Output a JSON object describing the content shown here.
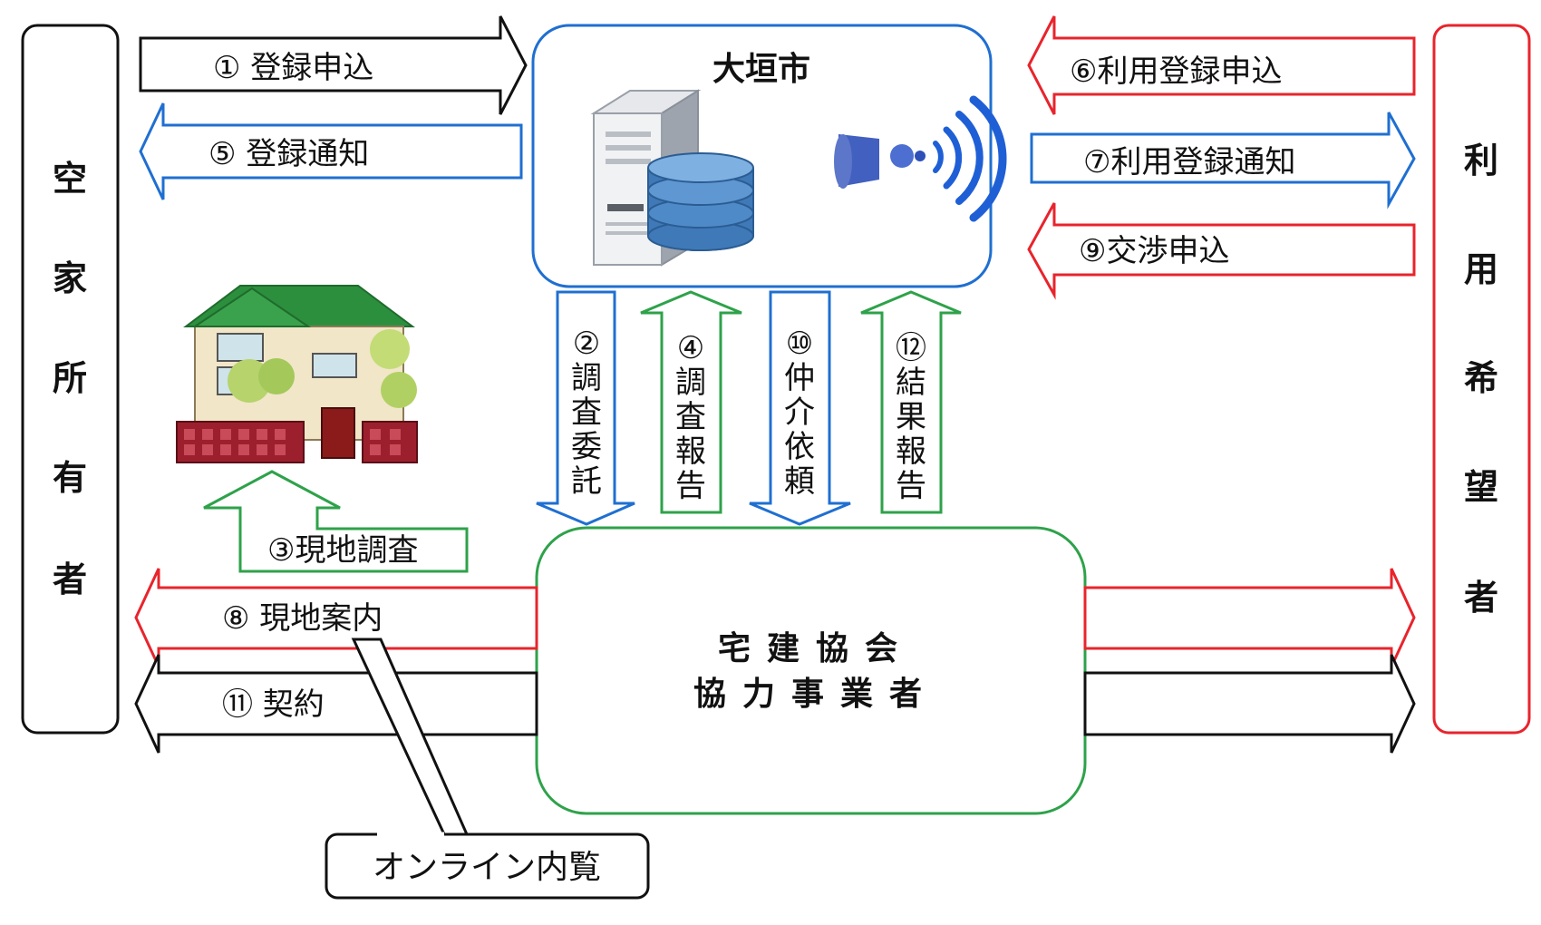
{
  "actors": {
    "owner": [
      "空",
      "家",
      "所",
      "有",
      "者"
    ],
    "user": [
      "利",
      "用",
      "希",
      "望",
      "者"
    ]
  },
  "city": {
    "title": "大垣市"
  },
  "association": {
    "line1": "宅建協会",
    "line2": "協力事業者"
  },
  "steps": {
    "s1": "①  登録申込",
    "s5": "⑤ 登録通知",
    "s6": "⑥利用登録申込",
    "s7": "⑦利用登録通知",
    "s9": "⑨交渉申込",
    "s3": "③現地調査",
    "s8": "⑧ 現地案内",
    "s11": "⑪ 契約"
  },
  "vertical_steps": {
    "s2": [
      "②",
      "調",
      "査",
      "委",
      "託"
    ],
    "s4": [
      "④",
      "調",
      "査",
      "報",
      "告"
    ],
    "s10": [
      "⑩",
      "仲",
      "介",
      "依",
      "頼"
    ],
    "s12": [
      "⑫",
      "結",
      "果",
      "報",
      "告"
    ]
  },
  "callout": "オンライン内覧",
  "colors": {
    "blue": "#1f6fd1",
    "red": "#e8242c",
    "green": "#2ea24a",
    "black": "#111111"
  }
}
